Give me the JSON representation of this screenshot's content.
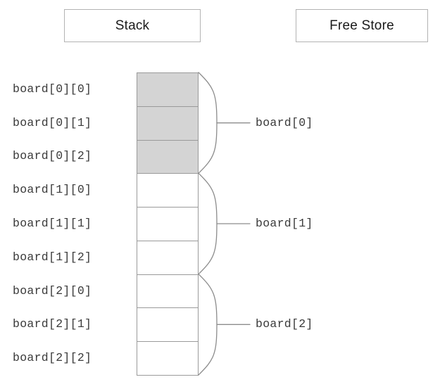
{
  "diagram": {
    "title_visible": false,
    "headers": [
      {
        "id": "stack",
        "label": "Stack"
      },
      {
        "id": "free-store",
        "label": "Free Store"
      }
    ],
    "colors": {
      "cell_filled": "#d4d4d4",
      "cell_empty": "#ffffff",
      "cell_border": "#9a9a9a",
      "header_border": "#b3b3b3",
      "brace_stroke": "#8c8c8c",
      "text": "#3a3a3a",
      "header_text": "#1a1a1a",
      "background": "#ffffff"
    },
    "cells": [
      {
        "label": "board[0][0]",
        "fill": "filled"
      },
      {
        "label": "board[0][1]",
        "fill": "filled"
      },
      {
        "label": "board[0][2]",
        "fill": "filled"
      },
      {
        "label": "board[1][0]",
        "fill": "empty"
      },
      {
        "label": "board[1][1]",
        "fill": "empty"
      },
      {
        "label": "board[1][2]",
        "fill": "empty"
      },
      {
        "label": "board[2][0]",
        "fill": "empty"
      },
      {
        "label": "board[2][1]",
        "fill": "empty"
      },
      {
        "label": "board[2][2]",
        "fill": "empty"
      }
    ],
    "groups": [
      {
        "label": "board[0]",
        "cell_start": 0,
        "cell_end": 2
      },
      {
        "label": "board[1]",
        "cell_start": 3,
        "cell_end": 5
      },
      {
        "label": "board[2]",
        "cell_start": 6,
        "cell_end": 8
      }
    ]
  }
}
